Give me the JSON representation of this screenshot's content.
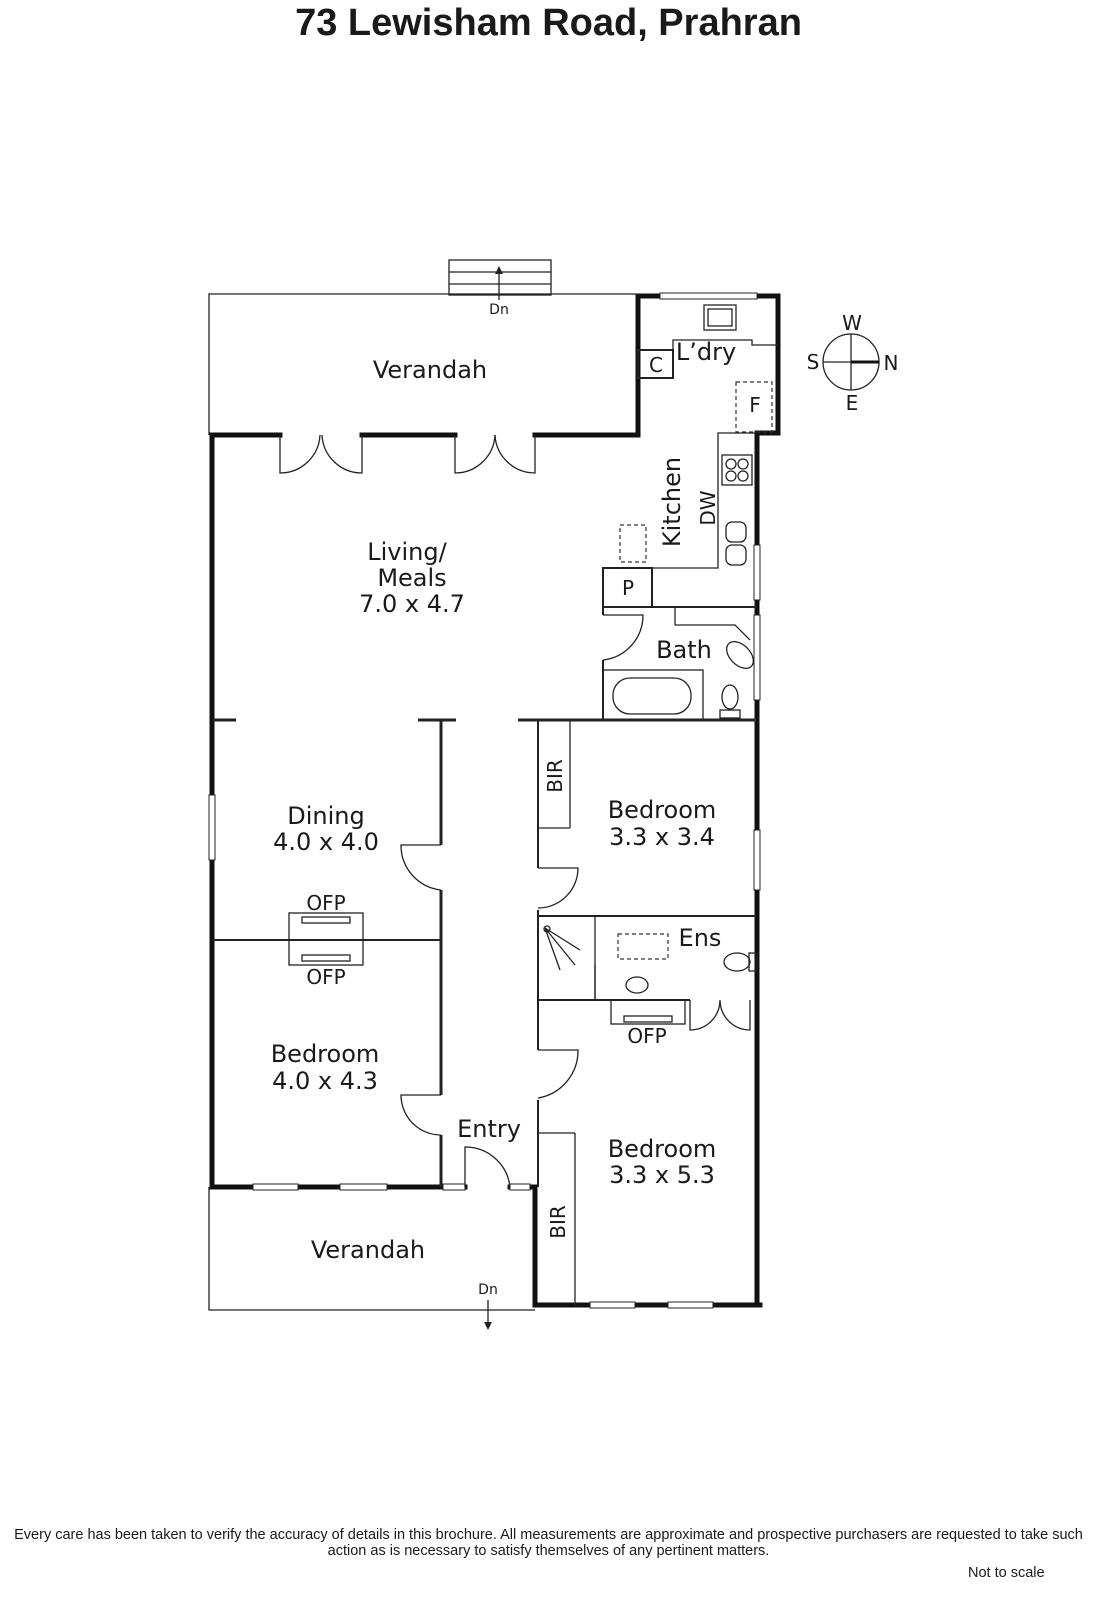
{
  "title": "73 Lewisham Road, Prahran",
  "rooms": {
    "verandah_rear": "Verandah",
    "living_name": "Living/",
    "living_name2": "Meals",
    "living_dim": "7.0 x 4.7",
    "laundry": "L’dry",
    "cupboard": "C",
    "fridge": "F",
    "kitchen": "Kitchen",
    "dishwasher": "DW",
    "pantry": "P",
    "bath": "Bath",
    "dining_name": "Dining",
    "dining_dim": "4.0 x 4.0",
    "ofp": "OFP",
    "bed1_name": "Bedroom",
    "bed1_dim": "3.3 x 3.4",
    "bir": "BIR",
    "ens": "Ens",
    "bed2_name": "Bedroom",
    "bed2_dim": "4.0 x 4.3",
    "bed3_name": "Bedroom",
    "bed3_dim": "3.3 x 5.3",
    "entry": "Entry",
    "verandah_front": "Verandah",
    "dn": "Dn"
  },
  "compass": {
    "n": "N",
    "s": "S",
    "e": "E",
    "w": "W"
  },
  "disclaimer": "Every care has been taken to verify the accuracy of details in this brochure.  All measurements are approximate and prospective purchasers are requested to take such action as is necessary to satisfy themselves of any pertinent matters.",
  "not_to_scale": "Not to scale"
}
